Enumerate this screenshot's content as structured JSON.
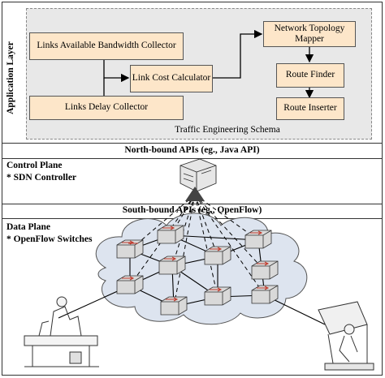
{
  "application_layer": {
    "side_label": "Application Layer",
    "schema_caption": "Traffic Engineering Schema",
    "boxes": {
      "bandwidth_collector": "Links Available Bandwidth Collector",
      "delay_collector": "Links Delay Collector",
      "link_cost_calculator": "Link Cost Calculator",
      "topology_mapper": "Network Topology Mapper",
      "route_finder": "Route Finder",
      "route_inserter": "Route Inserter"
    }
  },
  "northbound": {
    "label": "North-bound APIs (eg., Java API)"
  },
  "control_plane": {
    "title": "Control Plane",
    "item": "* SDN Controller"
  },
  "southbound": {
    "label": "South-bound APIs (eg., OpenFlow)"
  },
  "data_plane": {
    "title": "Data Plane",
    "item": "* OpenFlow Switches"
  },
  "colors": {
    "box_fill": "#fde6c9",
    "schema_fill": "#e8e8e8",
    "cloud_fill": "#dde4ef",
    "switch_fill": "#d9d9d9",
    "switch_arrow": "#c0392b"
  }
}
